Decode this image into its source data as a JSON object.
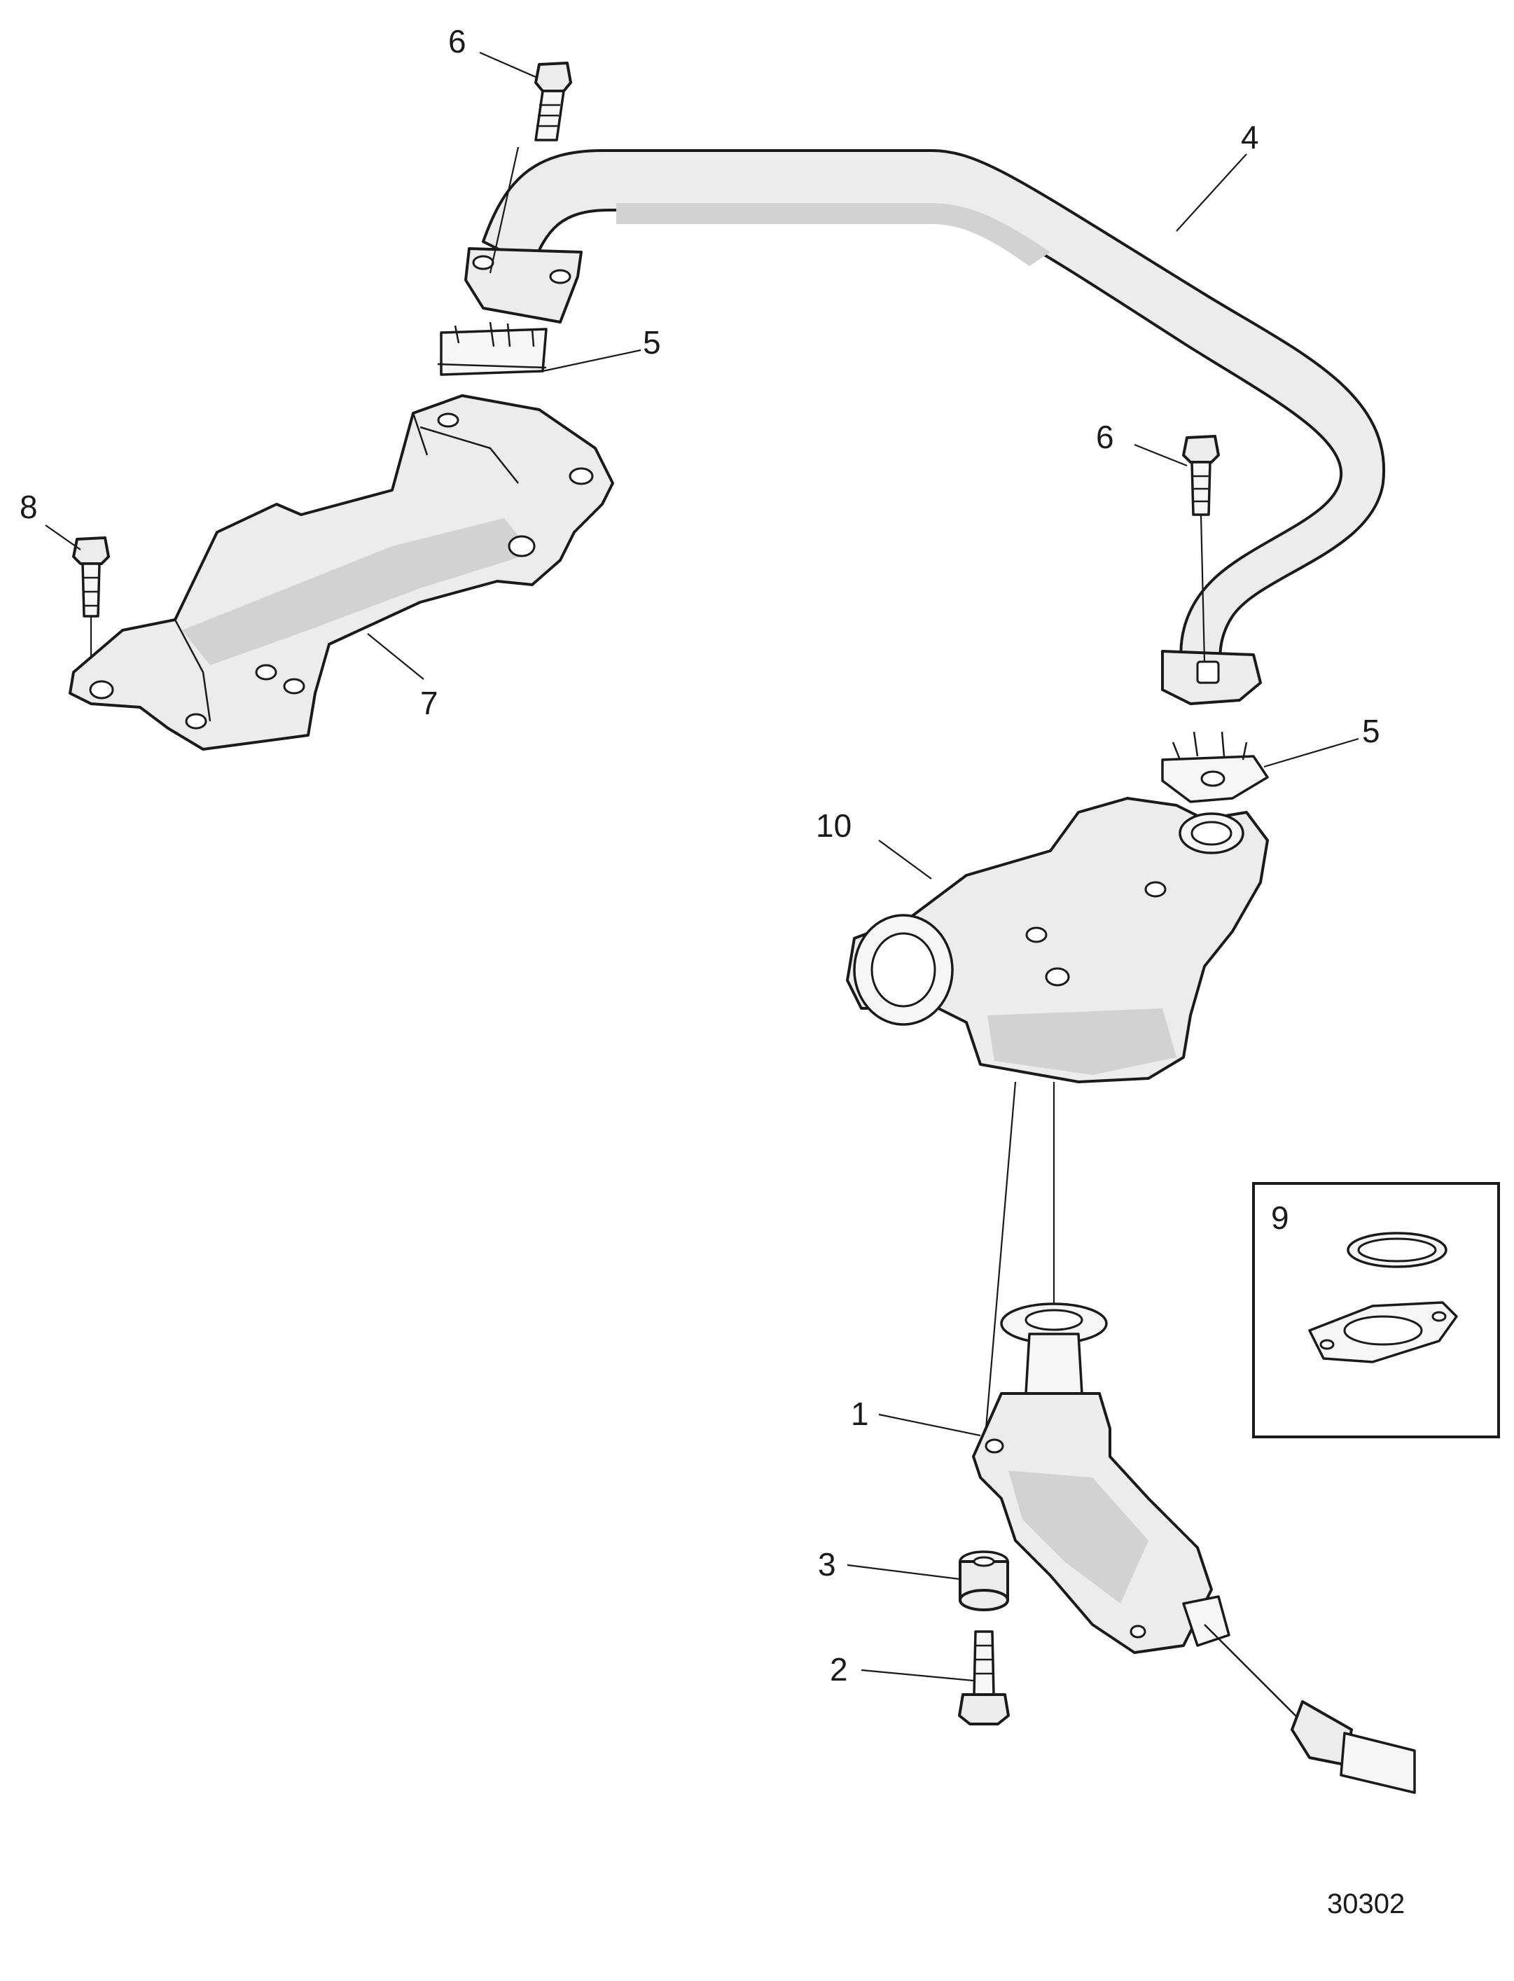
{
  "callouts": {
    "c1": "1",
    "c2": "2",
    "c3": "3",
    "c4": "4",
    "c5a": "5",
    "c5b": "5",
    "c6a": "6",
    "c6b": "6",
    "c7": "7",
    "c8": "8",
    "c9": "9",
    "c10": "10"
  },
  "figure_number": "30302",
  "colors": {
    "part_fill": "#ececec",
    "outline": "#1a1a1a",
    "background": "#ffffff"
  }
}
